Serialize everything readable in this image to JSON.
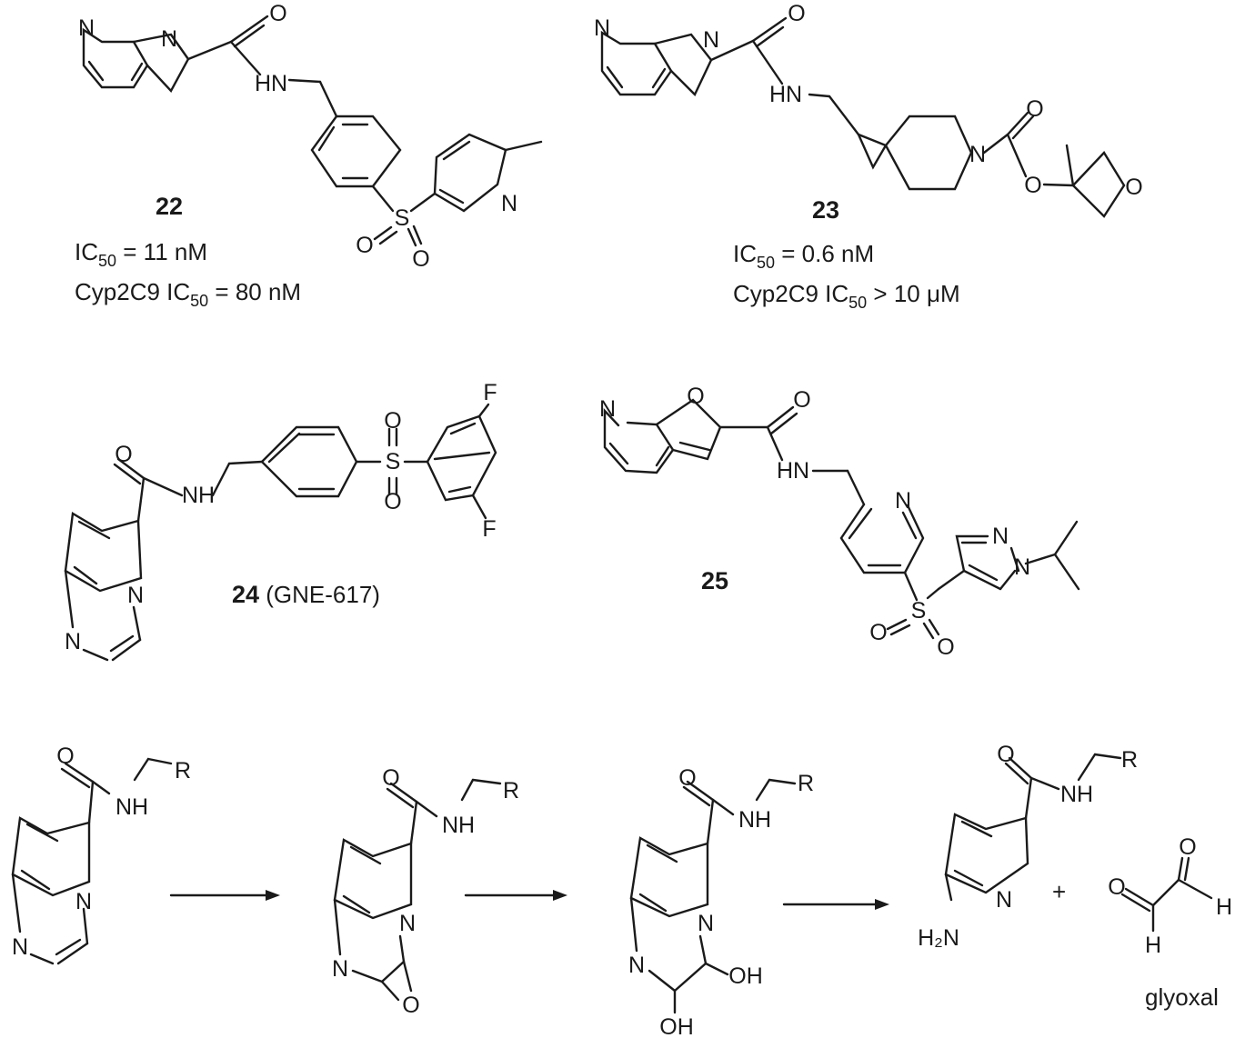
{
  "compounds": {
    "c22": {
      "number": "22",
      "ic50_prefix": "IC",
      "ic50_sub": "50",
      "ic50_value": " = 11 nM",
      "cyp_prefix": "Cyp2C9 IC",
      "cyp_sub": "50",
      "cyp_value": " = 80 nM"
    },
    "c23": {
      "number": "23",
      "ic50_prefix": "IC",
      "ic50_sub": "50",
      "ic50_value": " = 0.6 nM",
      "cyp_prefix": "Cyp2C9 IC",
      "cyp_sub": "50",
      "cyp_value": " > 10 μM"
    },
    "c24": {
      "number": "24",
      "name": " (GNE-617)"
    },
    "c25": {
      "number": "25"
    }
  },
  "scheme": {
    "plus": "+",
    "glyoxal_label": "glyoxal"
  },
  "atoms": {
    "N": "N",
    "O": "O",
    "S": "S",
    "F": "F",
    "R": "R",
    "NH": "NH",
    "HN": "HN",
    "H": "H",
    "OH": "OH",
    "H2N": "H₂N"
  }
}
